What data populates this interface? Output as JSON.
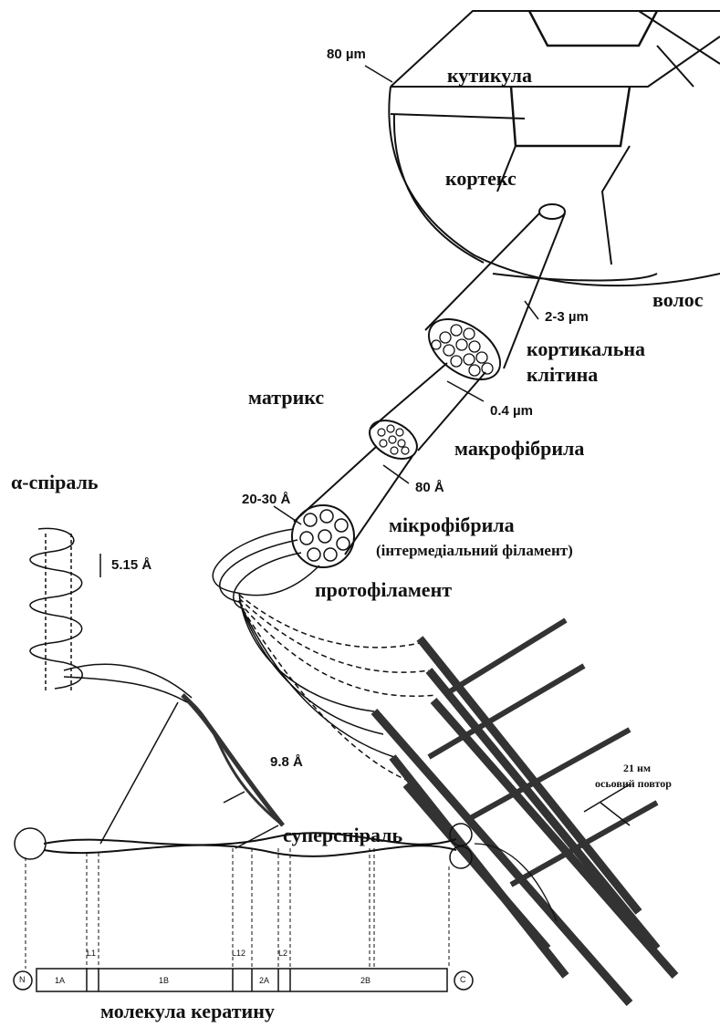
{
  "labels": {
    "hair_diameter": "80 µm",
    "cuticle": "кутикула",
    "cortex": "кортекс",
    "hair": "волос",
    "cell_diameter": "2-3 µm",
    "cortical_cell_line1": "кортикальна",
    "cortical_cell_line2": "клітина",
    "matrix": "матрикс",
    "macrofibril_diameter": "0.4 µm",
    "macrofibril": "макрофібрила",
    "alpha_helix": "α-спіраль",
    "microfibril_diameter": "80 Å",
    "protofilament_diameter": "20-30 Å",
    "microfibril": "мікрофібрила",
    "intermediate_filament": "(інтермедіальний філамент)",
    "protofilament": "протофіламент",
    "helix_pitch": "5.15 Å",
    "coil_pitch": "9.8 Å",
    "axial_repeat_value": "21 нм",
    "axial_repeat_label": "осьовий повтор",
    "supercoil": "суперспіраль",
    "keratin_molecule": "молекула кератину"
  },
  "keratin_segments": {
    "n_terminus": "N",
    "c_terminus": "C",
    "domains": [
      "1A",
      "1B",
      "2A",
      "2B"
    ],
    "linkers": [
      "L1",
      "L12",
      "L2"
    ]
  }
}
